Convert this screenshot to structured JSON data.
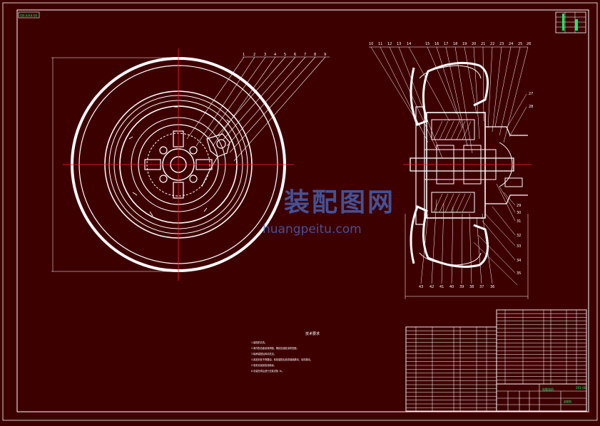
{
  "sheet": {
    "top_left_tag": "GB-A/A4-00",
    "callouts_left": [
      "1",
      "2",
      "3",
      "4",
      "5",
      "6",
      "7",
      "8",
      "9"
    ],
    "callouts_right_top": [
      "10",
      "11",
      "12",
      "13",
      "14",
      "15",
      "16",
      "17",
      "18",
      "19",
      "20",
      "21",
      "22",
      "23",
      "24",
      "25",
      "26"
    ],
    "callouts_right_side": [
      "27",
      "28",
      "29",
      "30",
      "31",
      "32",
      "33",
      "34",
      "35"
    ],
    "callouts_right_bottom": [
      "43",
      "42",
      "41",
      "40",
      "39",
      "38",
      "37",
      "36"
    ],
    "notes_heading": "技术要求",
    "notes_lines": [
      "1.装配前清洗。",
      "2.零件配合面涂润滑脂，螺纹连接处涂防松胶。",
      "3.轴承装配后转动灵活。",
      "4.各密封处不得漏油，轮毂装配后检查端面跳动，径向跳动。",
      "5.电机安装前检测绝缘。",
      "6.总装完成后进行空载试验 1h。"
    ],
    "title_block_name": "轮毂电机",
    "title_block_code": "Z01-00",
    "title_block_mat": "装配图"
  },
  "watermark": {
    "cn": "装配图网",
    "en": "huangpeitu.com",
    "color": "#4a6fc8"
  },
  "colors": {
    "background": "#3d0000",
    "lines": "#ffffff",
    "center": "#ff2020",
    "accent": "#00ff66"
  }
}
